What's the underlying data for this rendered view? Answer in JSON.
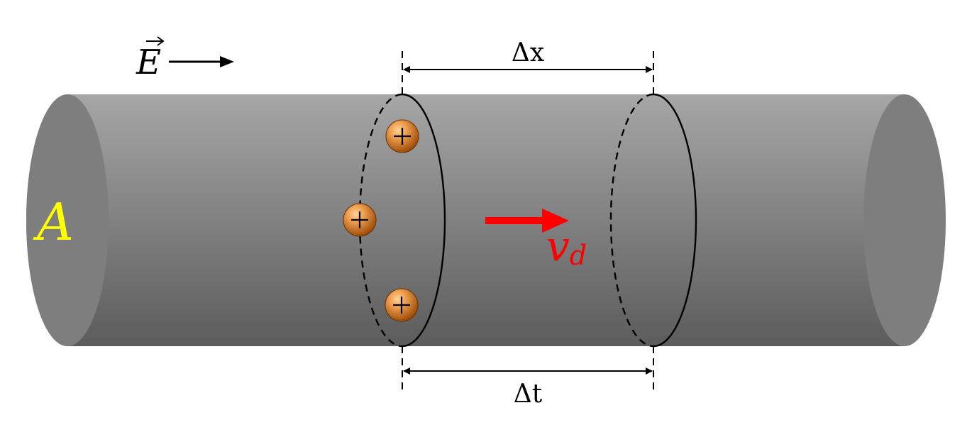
{
  "labels": {
    "field_symbol": "E",
    "delta_x": "Δx",
    "delta_t": "Δt",
    "area": "A",
    "drift_velocity": "v",
    "drift_velocity_subscript": "d"
  },
  "charges": [
    {
      "sign": "+"
    },
    {
      "sign": "+"
    },
    {
      "sign": "+"
    }
  ],
  "colors": {
    "cylinder_top": "#a6a6a6",
    "cylinder_bottom": "#5c5c5c",
    "end_cap": "#7e7e7e",
    "area_label": "#ffff00",
    "drift_velocity": "#ff0000",
    "charge_light": "#f0a050",
    "charge_dark": "#9a4a06",
    "lines": "#000000"
  },
  "icons": {
    "field_arrow": "arrow-right-icon",
    "velocity_arrow": "arrow-right-icon",
    "charge": "positive-charge-icon"
  }
}
